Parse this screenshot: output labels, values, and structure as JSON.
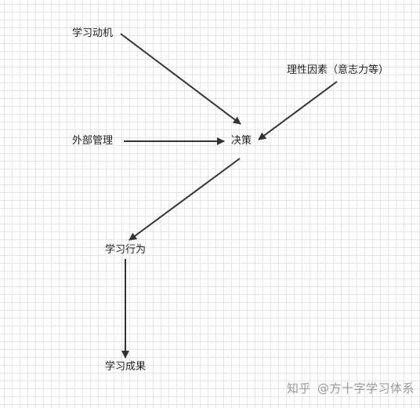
{
  "nodes": {
    "motive": "学习动机",
    "rational": "理性因素（意志力等）",
    "manage": "外部管理",
    "decide": "决策",
    "behavior": "学习行为",
    "result": "学习成果"
  },
  "edges": [
    {
      "from": "学习动机",
      "to": "决策"
    },
    {
      "from": "理性因素（意志力等）",
      "to": "决策"
    },
    {
      "from": "外部管理",
      "to": "决策"
    },
    {
      "from": "决策",
      "to": "学习行为"
    },
    {
      "from": "学习行为",
      "to": "学习成果"
    }
  ],
  "watermark": {
    "site": "知乎",
    "author": "@方十字学习体系"
  },
  "colors": {
    "arrow": "#333333",
    "grid": "#e6e6e6",
    "watermark": "#9a9a9a"
  }
}
